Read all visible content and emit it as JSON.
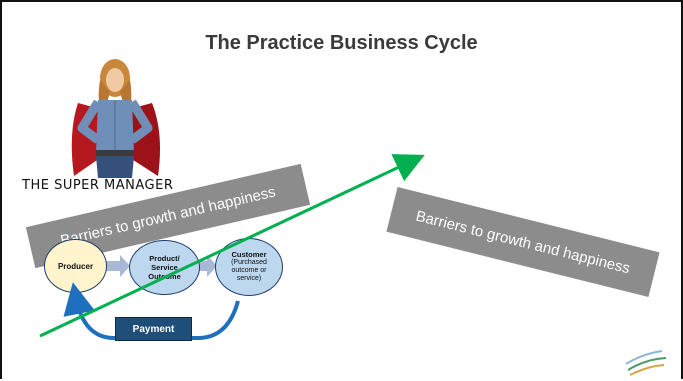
{
  "slide": {
    "title": "The Practice Business Cycle",
    "logo_text": "THE SUPER MANAGER",
    "barrier_left": "Barriers to growth and happiness",
    "barrier_right": "Barriers to growth and happiness"
  },
  "cycle": {
    "producer": "Producer",
    "product_line1": "Product/",
    "product_line2": "Service",
    "product_line3": "Outcome",
    "customer_title": "Customer",
    "customer_line1": "(Purchased",
    "customer_line2": "outcome or",
    "customer_line3": "service)",
    "payment": "Payment"
  },
  "colors": {
    "growth_arrow": "#00b050",
    "payment_arrow": "#1f6fbf",
    "barrier": "#8c8c8c",
    "producer": "#fff4cc",
    "product": "#bdd7ee",
    "customer": "#bdd7ee",
    "payment_box": "#1f4e79"
  },
  "icons": {
    "hero": "superhero-woman-image",
    "corner_logo": "company-logo-icon"
  }
}
